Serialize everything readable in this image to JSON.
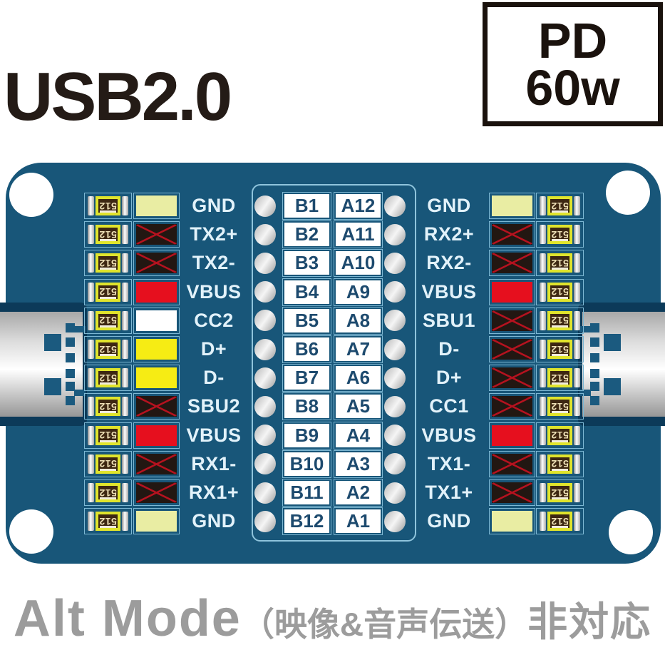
{
  "title": "USB2.0",
  "badge": {
    "line1": "PD",
    "line2": "60w"
  },
  "footer": {
    "main": "Alt Mode",
    "paren": "（映像&音声伝送）",
    "suffix": "非対応"
  },
  "board": {
    "board_color": "#185679",
    "resistor_value": "512",
    "pad_colors": {
      "ground": "#e9eda3",
      "crossed": "#221712",
      "power": "#e60f1e",
      "white": "#ffffff",
      "data": "#f6ec14"
    },
    "cross_color": "#b5121f",
    "left_rows": [
      {
        "label": "GND",
        "pad": "ground"
      },
      {
        "label": "TX2+",
        "pad": "crossed"
      },
      {
        "label": "TX2-",
        "pad": "crossed"
      },
      {
        "label": "VBUS",
        "pad": "power"
      },
      {
        "label": "CC2",
        "pad": "white"
      },
      {
        "label": "D+",
        "pad": "data"
      },
      {
        "label": "D-",
        "pad": "data"
      },
      {
        "label": "SBU2",
        "pad": "crossed"
      },
      {
        "label": "VBUS",
        "pad": "power"
      },
      {
        "label": "RX1-",
        "pad": "crossed"
      },
      {
        "label": "RX1+",
        "pad": "crossed"
      },
      {
        "label": "GND",
        "pad": "ground"
      }
    ],
    "right_rows": [
      {
        "label": "GND",
        "pad": "ground"
      },
      {
        "label": "RX2+",
        "pad": "crossed"
      },
      {
        "label": "RX2-",
        "pad": "crossed"
      },
      {
        "label": "VBUS",
        "pad": "power"
      },
      {
        "label": "SBU1",
        "pad": "crossed"
      },
      {
        "label": "D-",
        "pad": "crossed"
      },
      {
        "label": "D+",
        "pad": "crossed"
      },
      {
        "label": "CC1",
        "pad": "crossed"
      },
      {
        "label": "VBUS",
        "pad": "power"
      },
      {
        "label": "TX1-",
        "pad": "crossed"
      },
      {
        "label": "TX1+",
        "pad": "crossed"
      },
      {
        "label": "GND",
        "pad": "ground"
      }
    ],
    "pin_pairs": [
      [
        "B1",
        "A12"
      ],
      [
        "B2",
        "A11"
      ],
      [
        "B3",
        "A10"
      ],
      [
        "B4",
        "A9"
      ],
      [
        "B5",
        "A8"
      ],
      [
        "B6",
        "A7"
      ],
      [
        "B7",
        "A6"
      ],
      [
        "B8",
        "A5"
      ],
      [
        "B9",
        "A4"
      ],
      [
        "B10",
        "A3"
      ],
      [
        "B11",
        "A2"
      ],
      [
        "B12",
        "A1"
      ]
    ]
  }
}
